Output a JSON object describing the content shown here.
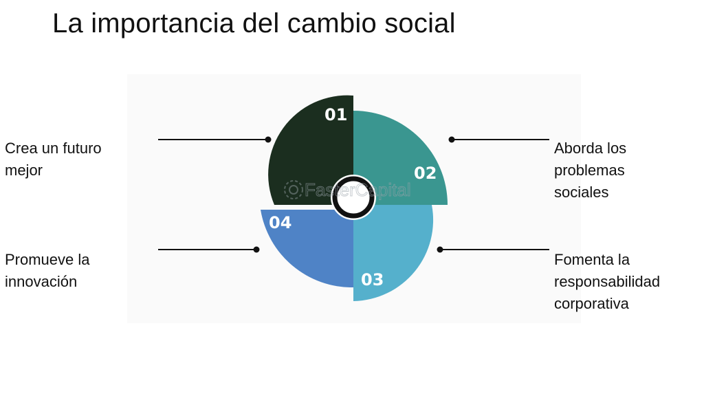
{
  "title": "La importancia del cambio social",
  "watermark": "FasterCapital",
  "segments": [
    {
      "number": "01",
      "color": "#1b2e1f",
      "label": [
        "Crea un futuro",
        "mejor"
      ]
    },
    {
      "number": "02",
      "color": "#3a9690",
      "label": [
        "Aborda los",
        "problemas",
        "sociales"
      ]
    },
    {
      "number": "03",
      "color": "#55b0cc",
      "label": [
        "Fomenta la",
        "responsabilidad",
        "corporativa"
      ]
    },
    {
      "number": "04",
      "color": "#4f83c6",
      "label": [
        "Promueve la",
        "innovación"
      ]
    }
  ]
}
